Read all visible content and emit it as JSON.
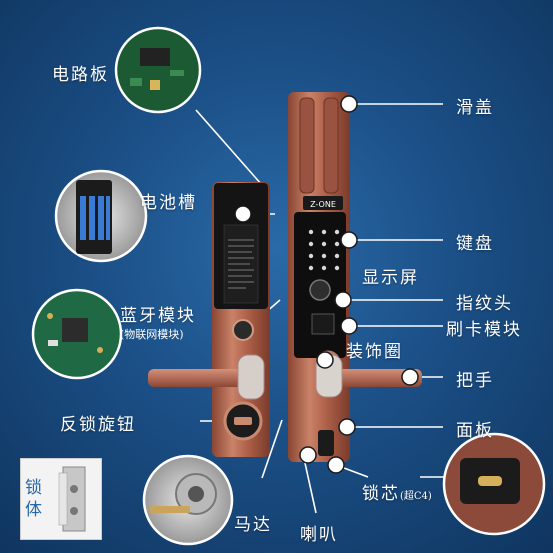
{
  "labels": {
    "circuit_board": "电路板",
    "slide_cover": "滑盖",
    "battery_slot": "电池槽",
    "keypad": "键盘",
    "display": "显示屏",
    "bluetooth": "蓝牙模块",
    "iot": "(物联网模块)",
    "fingerprint": "指纹头",
    "card_reader": "刷卡模块",
    "decorative_ring": "装饰圈",
    "handle": "把手",
    "anti_lock_knob": "反锁旋钮",
    "panel": "面板",
    "lock_body": "锁体",
    "motor": "马达",
    "speaker": "喇叭",
    "lock_core": "锁芯",
    "lock_core_note": "(超C4)",
    "brand": "Z-ONE",
    "back_panel_title": "温馨提示"
  },
  "colors": {
    "lock_copper": "#b5654d",
    "lock_dark": "#111111",
    "leader_line": "#ffffff"
  }
}
